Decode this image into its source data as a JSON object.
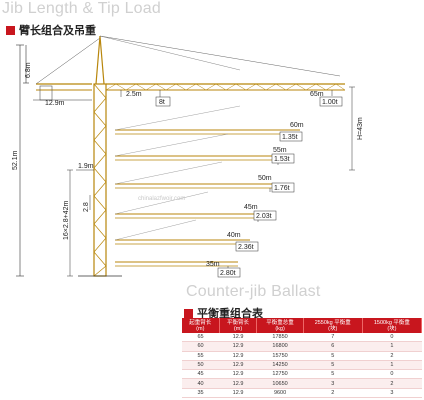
{
  "header": {
    "title_en": "Jib Length & Tip Load",
    "title_cn": "臂长组合及吊重"
  },
  "crane": {
    "height_total": "52.1m",
    "height_top": "6.8m",
    "counter_jib": "12.9m",
    "mast_spec": "16×2.8+42m",
    "mast_section": "2.8",
    "base_offset": "1.9m",
    "hook_offset": "2.5m",
    "tip_height": "H=43m",
    "root_load": "8t",
    "watermark": "chinalazfwoir.com",
    "configs": [
      {
        "length": "65m",
        "load": "1.00t"
      },
      {
        "length": "60m",
        "load": "1.35t"
      },
      {
        "length": "55m",
        "load": "1.53t"
      },
      {
        "length": "50m",
        "load": "1.76t"
      },
      {
        "length": "45m",
        "load": "2.03t"
      },
      {
        "length": "40m",
        "load": "2.36t"
      },
      {
        "length": "35m",
        "load": "2.80t"
      }
    ]
  },
  "ballast": {
    "title_en": "Counter-jib Ballast",
    "title_cn": "平衡重组合表",
    "headers": [
      "起重臂长\n(m)",
      "平衡臂长\n(m)",
      "平衡重总重\n(kg)",
      "2550kg 平衡重\n(块)",
      "1500kg 平衡重\n(块)"
    ],
    "rows": [
      [
        "65",
        "12.9",
        "17850",
        "7",
        "0"
      ],
      [
        "60",
        "12.9",
        "16800",
        "6",
        "1"
      ],
      [
        "55",
        "12.9",
        "15750",
        "5",
        "2"
      ],
      [
        "50",
        "12.9",
        "14250",
        "5",
        "1"
      ],
      [
        "45",
        "12.9",
        "12750",
        "5",
        "0"
      ],
      [
        "40",
        "12.9",
        "10650",
        "3",
        "2"
      ],
      [
        "35",
        "12.9",
        "9600",
        "2",
        "3"
      ]
    ]
  },
  "colors": {
    "accent": "#c8161e",
    "truss": "#b8860b"
  }
}
